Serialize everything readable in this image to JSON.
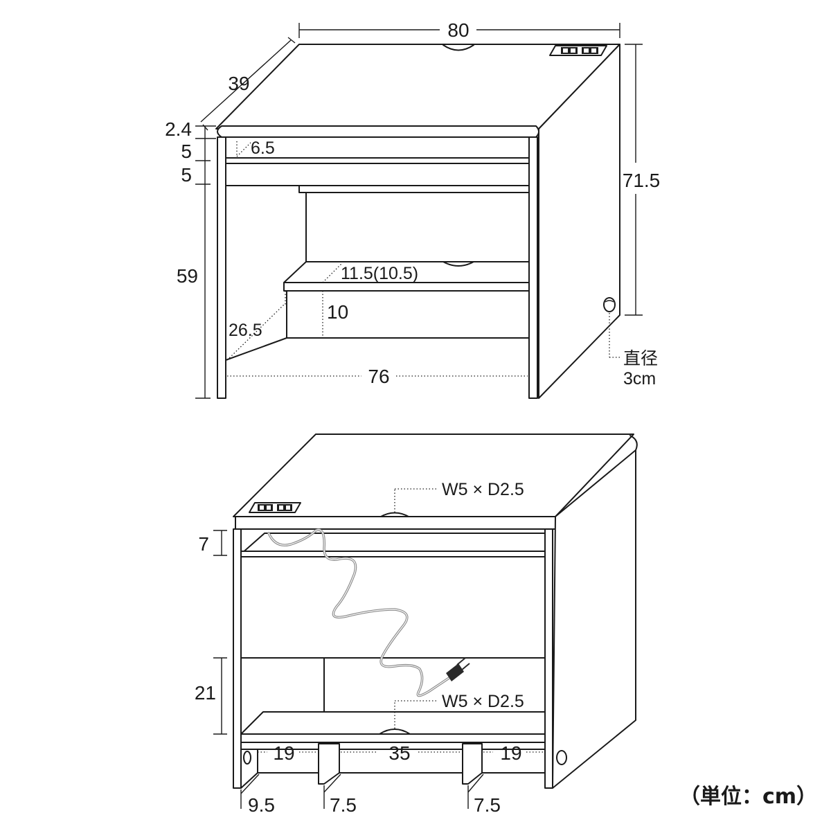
{
  "top_view": {
    "width_label": "80",
    "depth_label": "39",
    "top_thickness_label": "2.4",
    "apron_label_1": "5",
    "apron_label_2": "5",
    "drawer_depth_label": "6.5",
    "total_height_label": "71.5",
    "leg_height_label": "59",
    "step_depth_label": "11.5(10.5)",
    "step_height_label": "10",
    "side_depth_label": "26.5",
    "inner_width_label": "76",
    "hole_label_1": "直径",
    "hole_label_2": "3cm"
  },
  "back_view": {
    "notch_label_top": "W5 × D2.5",
    "notch_label_bottom": "W5 × D2.5",
    "upper_gap_label": "7",
    "lower_height_label": "21",
    "span_left_label": "19",
    "span_center_label": "35",
    "span_right_label": "19",
    "foot_left_label": "9.5",
    "foot_mid_label": "7.5",
    "foot_right_label": "7.5"
  },
  "unit_label": "（単位：cm）"
}
